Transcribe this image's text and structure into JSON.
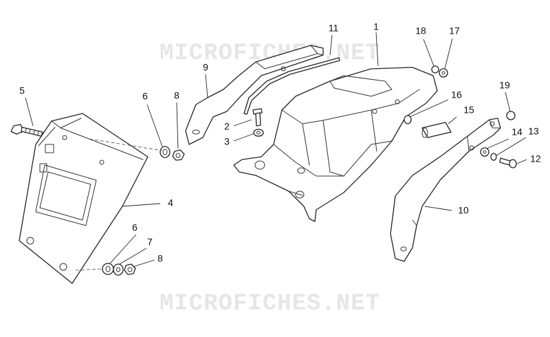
{
  "watermark": {
    "text": "MICROFICHES.NET"
  },
  "callouts": [
    {
      "id": "1",
      "label": "1"
    },
    {
      "id": "2",
      "label": "2"
    },
    {
      "id": "3",
      "label": "3"
    },
    {
      "id": "4",
      "label": "4"
    },
    {
      "id": "5",
      "label": "5"
    },
    {
      "id": "6a",
      "label": "6"
    },
    {
      "id": "6b",
      "label": "6"
    },
    {
      "id": "7",
      "label": "7"
    },
    {
      "id": "8a",
      "label": "8"
    },
    {
      "id": "8b",
      "label": "8"
    },
    {
      "id": "9",
      "label": "9"
    },
    {
      "id": "10",
      "label": "10"
    },
    {
      "id": "11",
      "label": "11"
    },
    {
      "id": "12",
      "label": "12"
    },
    {
      "id": "13",
      "label": "13"
    },
    {
      "id": "14",
      "label": "14"
    },
    {
      "id": "15",
      "label": "15"
    },
    {
      "id": "16",
      "label": "16"
    },
    {
      "id": "17",
      "label": "17"
    },
    {
      "id": "18",
      "label": "18"
    },
    {
      "id": "19",
      "label": "19"
    }
  ]
}
